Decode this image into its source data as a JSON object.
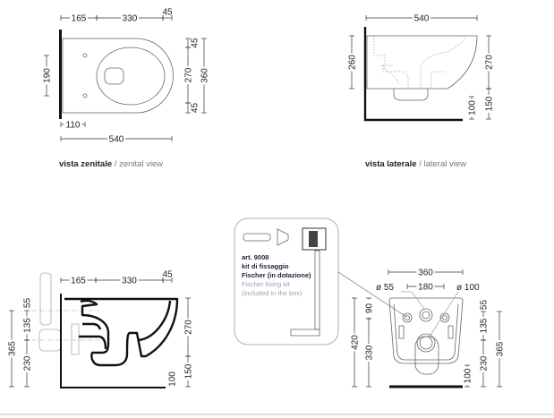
{
  "views": {
    "zenital": {
      "caption_it": "vista zenitale",
      "separator": " / ",
      "caption_en": "zenital view",
      "dims": {
        "d165": "165",
        "d330": "330",
        "d45": "45",
        "d190": "190",
        "d45_top": "45",
        "d270": "270",
        "d45_bottom": "45",
        "d360": "360",
        "d110": "110",
        "d540": "540"
      }
    },
    "lateral": {
      "caption_it": "vista laterale",
      "separator": " / ",
      "caption_en": "lateral view",
      "dims": {
        "d540": "540",
        "d260": "260",
        "d270": "270",
        "d150": "150",
        "d100": "100"
      }
    },
    "section": {
      "dims": {
        "d165": "165",
        "d330": "330",
        "d45": "45",
        "d365": "365",
        "d55": "55",
        "d135": "135",
        "d230": "230",
        "d270": "270",
        "d150": "150",
        "d100": "100"
      }
    },
    "front": {
      "labels": {
        "dia55": "ø 55",
        "dia100": "ø 100"
      },
      "dims": {
        "d360": "360",
        "d180": "180",
        "d420": "420",
        "d90": "90",
        "d330": "330",
        "d55": "55",
        "d135": "135",
        "d230": "230",
        "d365": "365",
        "d100": "100"
      }
    }
  },
  "fixing_kit": {
    "article": "art. 9008",
    "name_it": "kit di fissaggio",
    "brand_it": "Fischer (in dotazione)",
    "name_en": "Fischer fixing kit",
    "note_en": "(included in the box)"
  }
}
